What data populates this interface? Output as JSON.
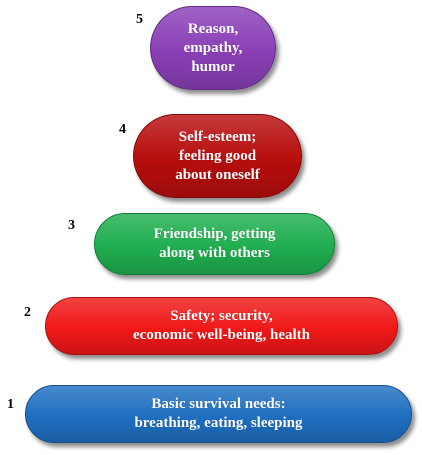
{
  "pyramid": {
    "levels": [
      {
        "number": "1",
        "label": "Basic survival needs:\nbreathing, eating, sleeping",
        "color": "#1f6fc1"
      },
      {
        "number": "2",
        "label": "Safety; security,\neconomic well-being, health",
        "color": "#f01818"
      },
      {
        "number": "3",
        "label": "Friendship, getting\nalong with others",
        "color": "#1fae4f"
      },
      {
        "number": "4",
        "label": "Self-esteem;\nfeeling good\nabout oneself",
        "color": "#b80d0d"
      },
      {
        "number": "5",
        "label": "Reason,\nempathy,\nhumor",
        "color": "#8a3fb6"
      }
    ]
  }
}
